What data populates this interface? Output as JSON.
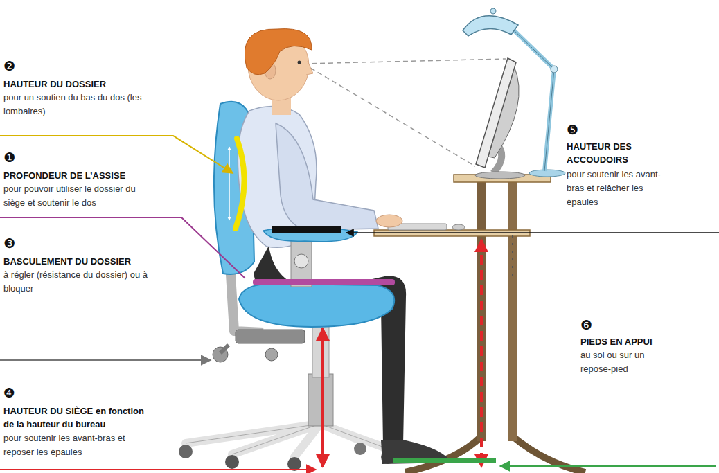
{
  "diagram": {
    "labels": [
      "❷",
      "HAUTEUR DU DOSSIER",
      "pour un soutien du bas du dos (les lombaires)",
      "❺",
      "HAUTEUR DES ACCOUDOIRS",
      "pour soutenir les avant-bras et relâcher les épaules",
      "❶",
      "PROFONDEUR DE L’ASSISE",
      "pour pouvoir utiliser le dossier du siège et soutenir le dos",
      "❸",
      "BASCULEMENT DU DOSSIER",
      "à régler (résistance du dossier) ou à bloquer",
      "❹",
      "HAUTEUR DU SIÈGE en fonction de la hauteur du bureau",
      "pour soutenir les avant-bras et reposer les épaules",
      "❻",
      "PIEDS EN APPUI",
      "au sol ou sur un repose-pied"
    ]
  }
}
